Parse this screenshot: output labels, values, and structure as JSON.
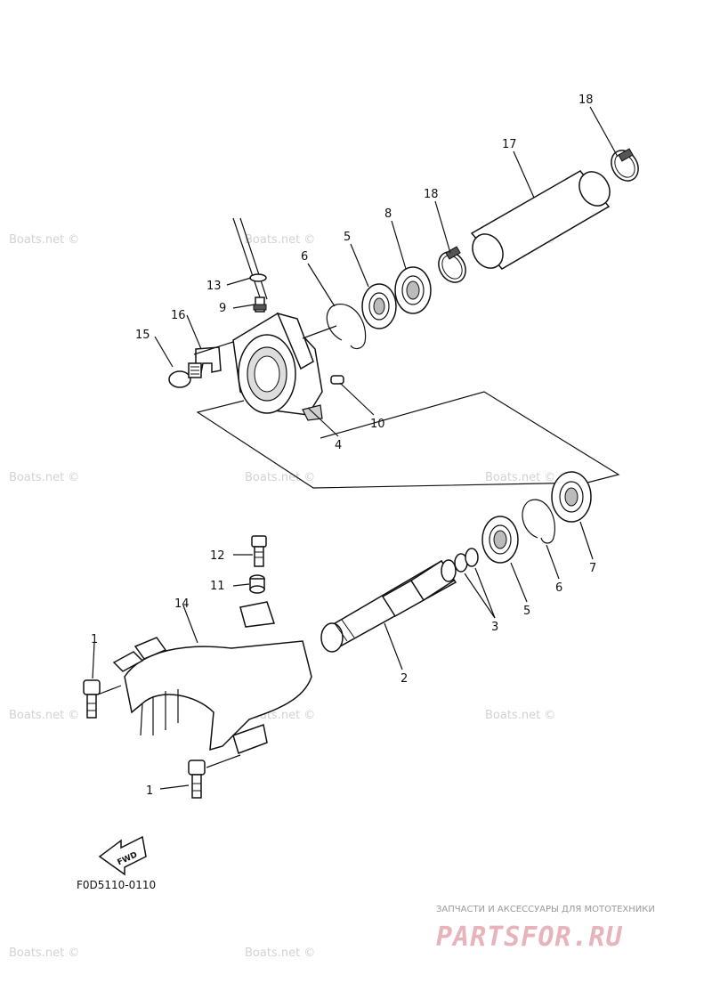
{
  "watermark": {
    "text": "Boats.net ©"
  },
  "callouts": {
    "c1a": "1",
    "c1b": "1",
    "c2": "2",
    "c3": "3",
    "c4": "4",
    "c5a": "5",
    "c5b": "5",
    "c6a": "6",
    "c6b": "6",
    "c7": "7",
    "c8": "8",
    "c9": "9",
    "c10": "10",
    "c11": "11",
    "c12": "12",
    "c13": "13",
    "c14": "14",
    "c15": "15",
    "c16": "16",
    "c17": "17",
    "c18a": "18",
    "c18b": "18"
  },
  "fwd_label": "FWD",
  "diagram_code": "F0D5110-0110",
  "promo": {
    "tagline": "ЗАПЧАСТИ И АКСЕССУАРЫ ДЛЯ МОТОТЕХНИКИ",
    "logo": "PARTSFOR.RU",
    "color": "#e8b4bc"
  }
}
